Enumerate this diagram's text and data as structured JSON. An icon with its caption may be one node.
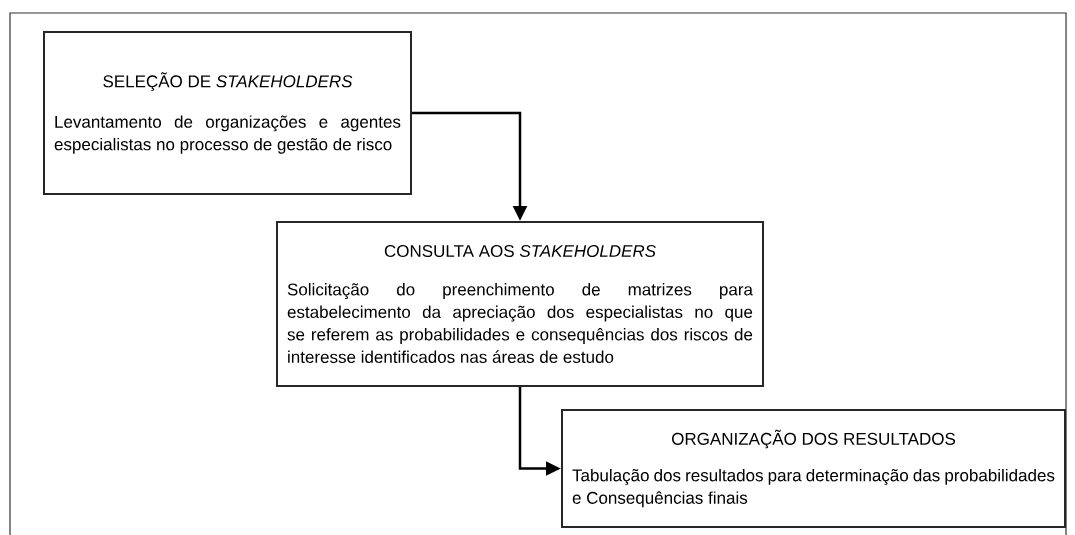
{
  "diagram": {
    "nodes": [
      {
        "text": [
          "SELEÇÃO DE *STAKEHOLDERS*",
          "Levantamento de organizações e agentes especialistas no processo de gestão de risco"
        ]
      },
      {
        "text": [
          "CONSULTA AOS *STAKEHOLDERS*",
          "Solicitação do preenchimento de matrizes para estabelecimento da apreciação dos especialistas no que se referem as probabilidades e consequências dos riscos de interesse identificados nas áreas de estudo"
        ]
      },
      {
        "text": [
          "ORGANIZAÇÃO DOS RESULTADOS",
          "Tabulação dos resultados para determinação das probabilidades e Consequências finais"
        ]
      }
    ],
    "edges": [
      {
        "from": 0,
        "to": 1,
        "arrow": "to"
      },
      {
        "from": 1,
        "to": 2,
        "arrow": "to"
      }
    ]
  }
}
